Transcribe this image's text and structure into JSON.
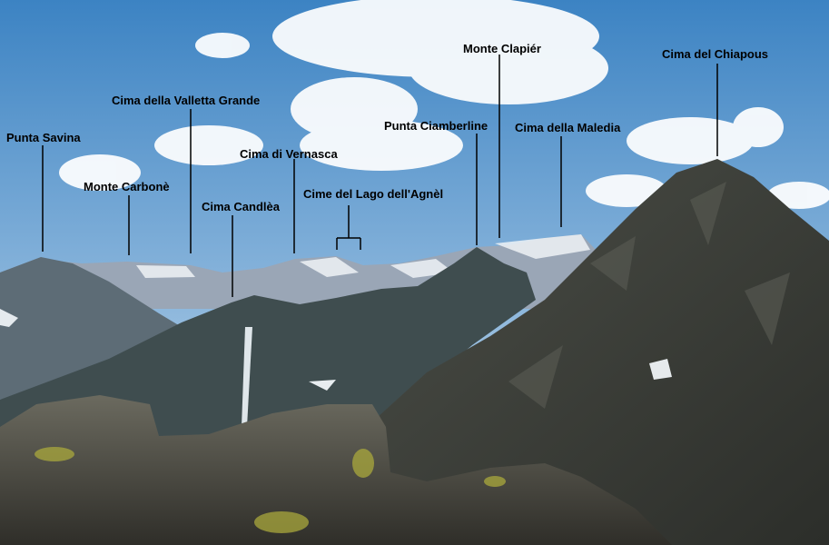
{
  "peaks": [
    {
      "name": "Punta Savina"
    },
    {
      "name": "Monte Carbonè"
    },
    {
      "name": "Cima della Valletta Grande"
    },
    {
      "name": "Cima Candlèa"
    },
    {
      "name": "Cima di Vernasca"
    },
    {
      "name": "Cime del Lago dell'Agnèl"
    },
    {
      "name": "Punta Ciamberline"
    },
    {
      "name": "Monte Clapiér"
    },
    {
      "name": "Cima della Maledia"
    },
    {
      "name": "Cima del Chiapous"
    }
  ],
  "colors": {
    "sky_top": "#3f87c6",
    "sky_horizon": "#cfe0ef",
    "far_ridges": "#8f9db0",
    "snow": "#e8edf2",
    "mid_ridge": "#46535b",
    "near_ridge": "#2f3b33",
    "big_peak": "#3b3d38",
    "rocks": "#55544b",
    "lichen": "#a9a83c",
    "leader_line": "#000000"
  }
}
